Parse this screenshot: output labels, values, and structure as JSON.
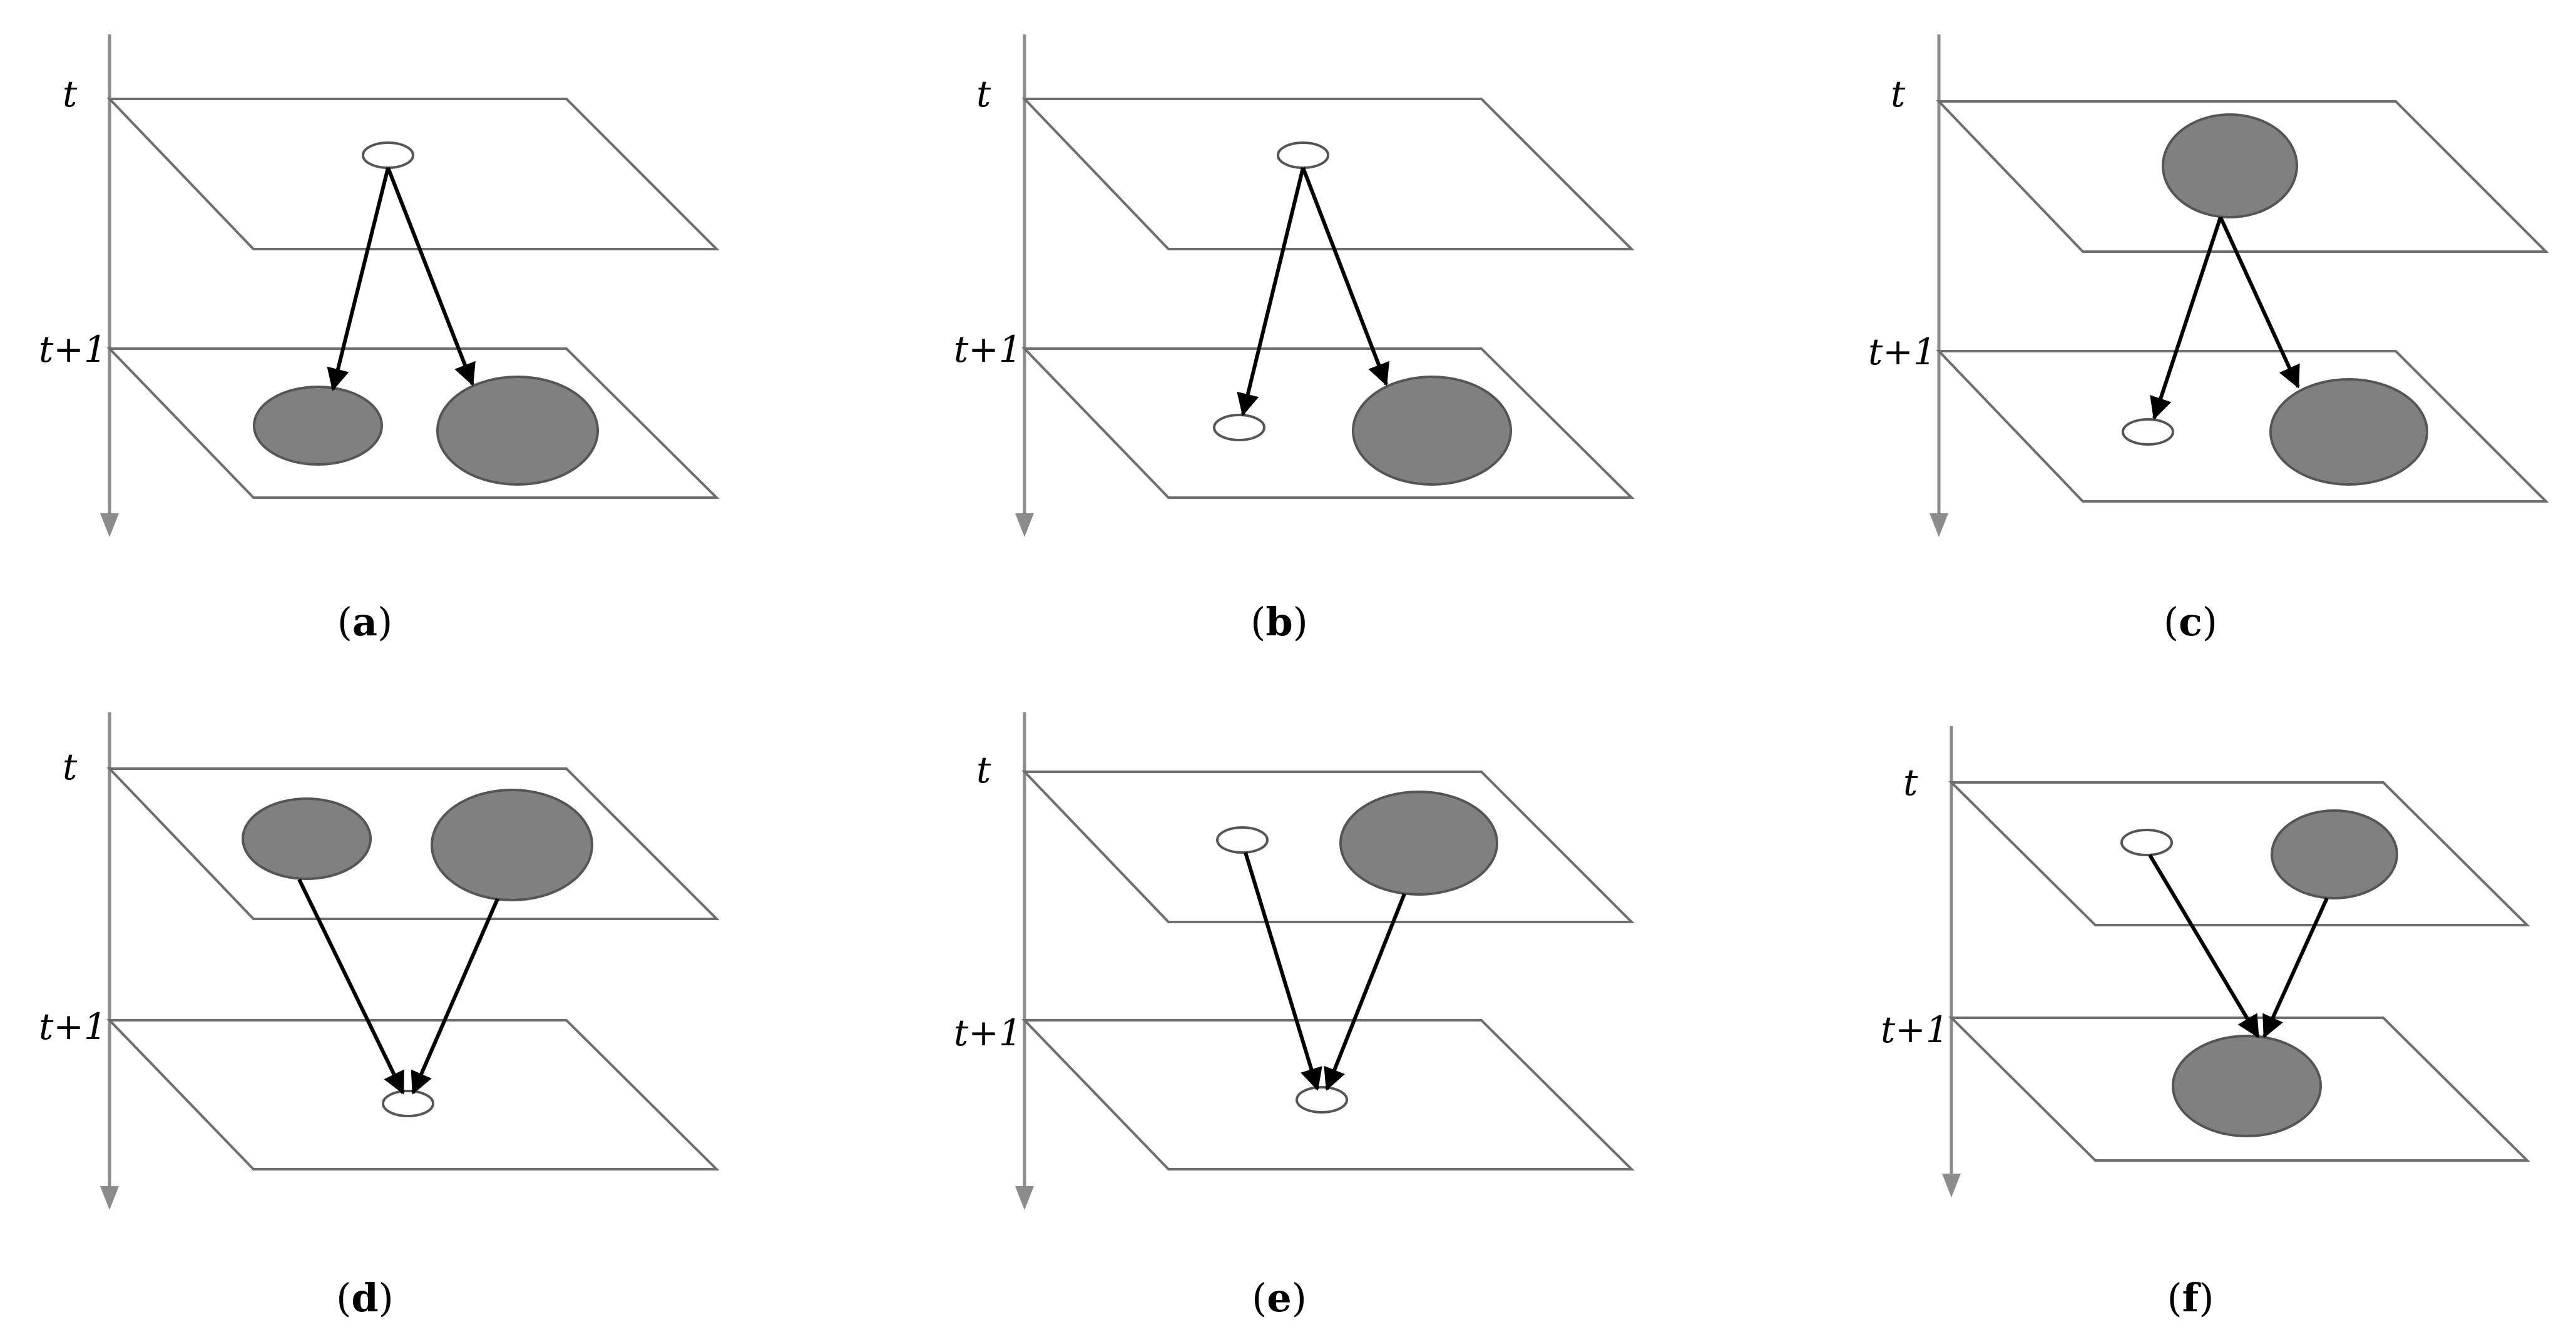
{
  "colors": {
    "region_fill": "#808080",
    "plane_stroke": "#6e6e6e",
    "axis": "#8c8c8c",
    "arrow": "#000000"
  },
  "time_labels": {
    "top": "t",
    "bottom": "t+1"
  },
  "panels": [
    {
      "id": "a",
      "caption_letter": "a",
      "top_regions": [
        "small"
      ],
      "bottom_regions": [
        "large",
        "large"
      ],
      "arrows": [
        [
          0,
          0
        ],
        [
          0,
          1
        ]
      ]
    },
    {
      "id": "b",
      "caption_letter": "b",
      "top_regions": [
        "small"
      ],
      "bottom_regions": [
        "small",
        "large"
      ],
      "arrows": [
        [
          0,
          0
        ],
        [
          0,
          1
        ]
      ]
    },
    {
      "id": "c",
      "caption_letter": "c",
      "top_regions": [
        "large"
      ],
      "bottom_regions": [
        "small",
        "large"
      ],
      "arrows": [
        [
          0,
          0
        ],
        [
          0,
          1
        ]
      ]
    },
    {
      "id": "d",
      "caption_letter": "d",
      "top_regions": [
        "large",
        "large"
      ],
      "bottom_regions": [
        "small"
      ],
      "arrows": [
        [
          0,
          0
        ],
        [
          1,
          0
        ]
      ]
    },
    {
      "id": "e",
      "caption_letter": "e",
      "top_regions": [
        "small",
        "large"
      ],
      "bottom_regions": [
        "small"
      ],
      "arrows": [
        [
          0,
          0
        ],
        [
          1,
          0
        ]
      ]
    },
    {
      "id": "f",
      "caption_letter": "f",
      "top_regions": [
        "small",
        "large"
      ],
      "bottom_regions": [
        "large"
      ],
      "arrows": [
        [
          0,
          0
        ],
        [
          1,
          0
        ]
      ]
    }
  ]
}
